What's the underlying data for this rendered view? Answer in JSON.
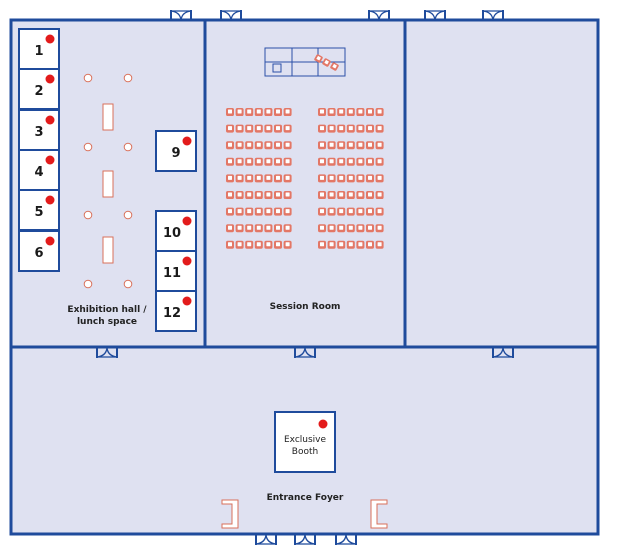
{
  "floor_plan": {
    "colors": {
      "wall": "#1f4b9c",
      "room_fill": "#dfe1f1",
      "booth_fill": "#ffffff",
      "booth_marker": "#e31b1b",
      "furniture": "#d9705a"
    },
    "rooms": [
      {
        "id": "exhibition",
        "label_lines": [
          "Exhibition hall /",
          "lunch space"
        ]
      },
      {
        "id": "session",
        "label_lines": [
          "Session Room"
        ]
      },
      {
        "id": "right-room",
        "label_lines": []
      },
      {
        "id": "foyer",
        "label_lines": [
          "Entrance Foyer"
        ]
      }
    ],
    "booths": [
      {
        "number": "1",
        "available": true
      },
      {
        "number": "2",
        "available": true
      },
      {
        "number": "3",
        "available": true
      },
      {
        "number": "4",
        "available": true
      },
      {
        "number": "5",
        "available": true
      },
      {
        "number": "6",
        "available": true
      },
      {
        "number": "9",
        "available": true
      },
      {
        "number": "10",
        "available": true
      },
      {
        "number": "11",
        "available": true
      },
      {
        "number": "12",
        "available": true
      }
    ],
    "exclusive_booth": {
      "label_lines": [
        "Exclusive",
        "Booth"
      ],
      "available": true
    },
    "session_seating": {
      "rows": 9,
      "blocks": 2,
      "seats_per_row": 7
    },
    "icons": {
      "door": "double-door-icon",
      "seat": "chair-icon",
      "round_table": "round-table-icon",
      "rect_table": "rect-table-icon",
      "stage": "stage-icon",
      "booth_marker": "red-dot-icon",
      "counter": "counter-icon"
    }
  }
}
